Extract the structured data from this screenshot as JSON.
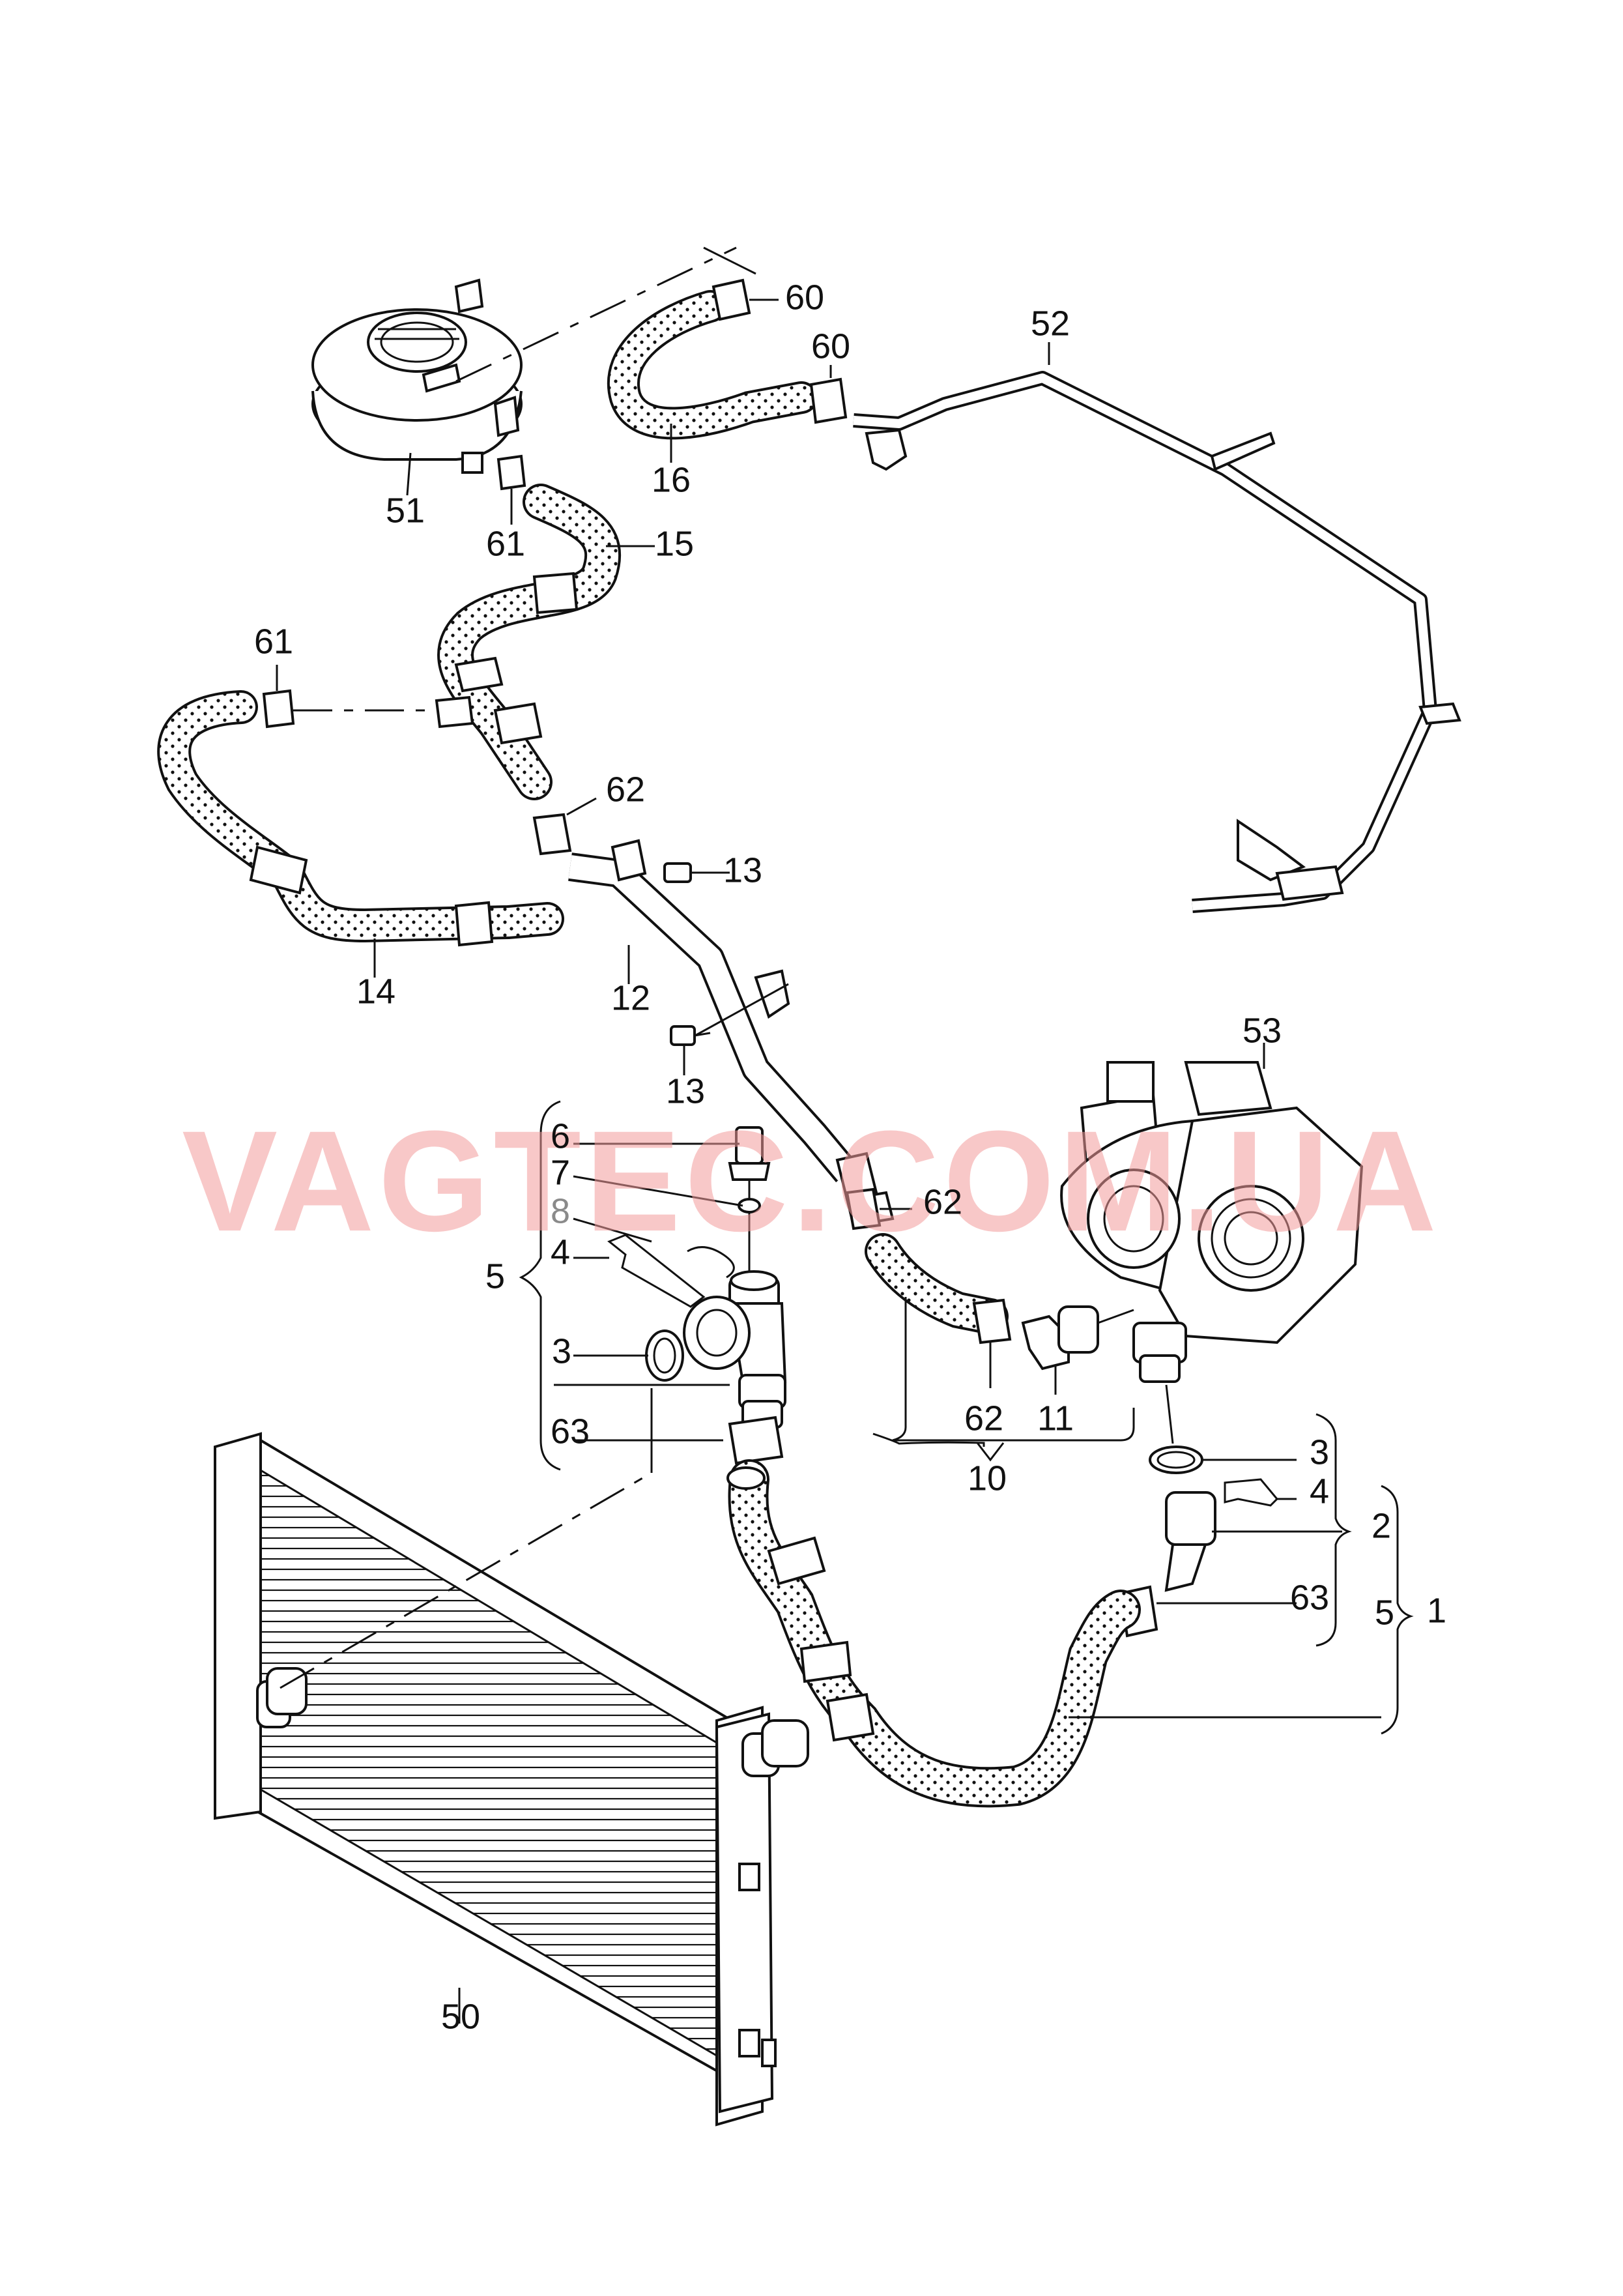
{
  "watermark": "VAGTEC.COM.UA",
  "colors": {
    "line": "#111111",
    "watermark": "#f39a9a",
    "label_gray": "#8a8a8a"
  },
  "labels": {
    "l60a": "60",
    "l60b": "60",
    "l52": "52",
    "l51": "51",
    "l16": "16",
    "l61a": "61",
    "l15": "15",
    "l61b": "61",
    "l62a": "62",
    "l13a": "13",
    "l14": "14",
    "l12": "12",
    "l13b": "13",
    "l53": "53",
    "l6": "6",
    "l7": "7",
    "l8": "8",
    "l4a": "4",
    "l5a": "5",
    "l3a": "3",
    "l62b": "62",
    "l63a": "63",
    "l62c": "62",
    "l11": "11",
    "l10": "10",
    "l3b": "3",
    "l4b": "4",
    "l2": "2",
    "l5b": "5",
    "l1": "1",
    "l63b": "63",
    "l50": "50"
  }
}
